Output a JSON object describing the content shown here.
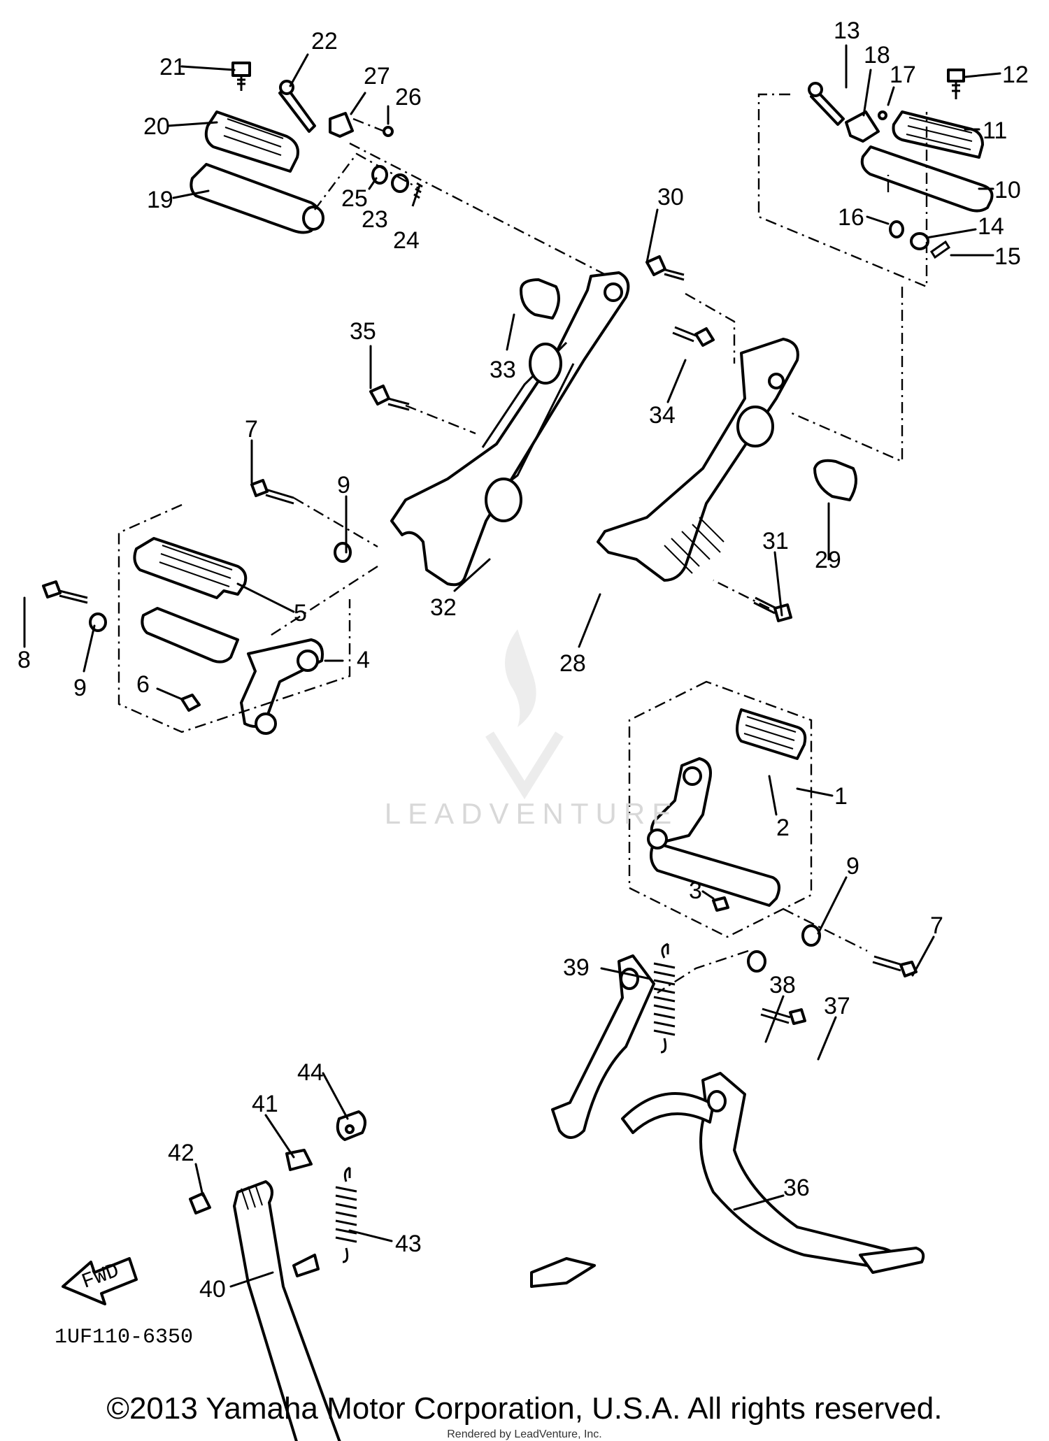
{
  "diagram": {
    "part_code": "1UF110-6350",
    "fwd_label": "FWD",
    "watermark_text": "LEADVENTURE",
    "copyright": "©2013 Yamaha Motor Corporation, U.S.A. All rights reserved.",
    "rendered_by": "Rendered by LeadVenture, Inc.",
    "callouts": {
      "c1": "1",
      "c2": "2",
      "c3": "3",
      "c4": "4",
      "c5": "5",
      "c6": "6",
      "c7a": "7",
      "c7b": "7",
      "c8": "8",
      "c9a": "9",
      "c9b": "9",
      "c9c": "9",
      "c10": "10",
      "c11": "11",
      "c12": "12",
      "c13": "13",
      "c14": "14",
      "c15": "15",
      "c16": "16",
      "c17": "17",
      "c18": "18",
      "c19": "19",
      "c20": "20",
      "c21": "21",
      "c22": "22",
      "c23": "23",
      "c24": "24",
      "c25": "25",
      "c26": "26",
      "c27": "27",
      "c28": "28",
      "c29": "29",
      "c30": "30",
      "c31": "31",
      "c32": "32",
      "c33": "33",
      "c34": "34",
      "c35": "35",
      "c36": "36",
      "c37": "37",
      "c38": "38",
      "c39": "39",
      "c40": "40",
      "c41": "41",
      "c42": "42",
      "c43": "43",
      "c44": "44"
    }
  }
}
